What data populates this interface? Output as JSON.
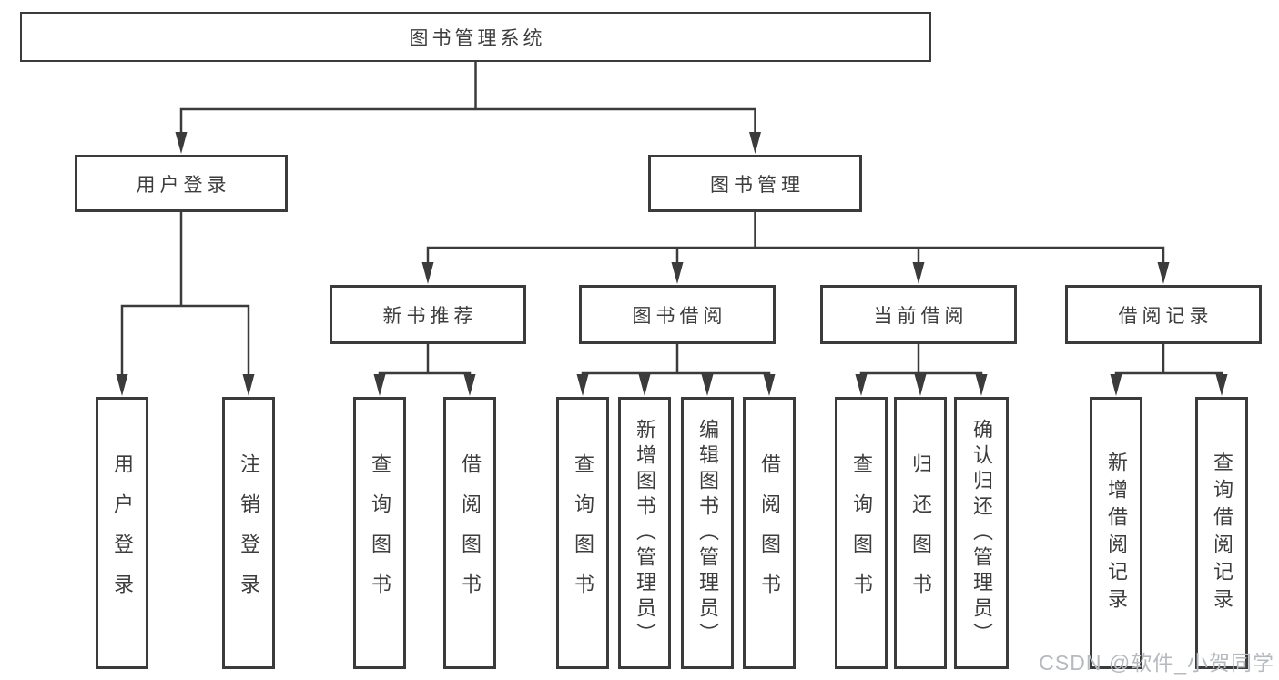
{
  "root": {
    "label": "图书管理系统"
  },
  "level2": {
    "user_login": {
      "label": "用户登录"
    },
    "book_mgmt": {
      "label": "图书管理"
    }
  },
  "level3": {
    "new_books": {
      "label": "新书推荐"
    },
    "borrowing": {
      "label": "图书借阅"
    },
    "current": {
      "label": "当前借阅"
    },
    "records": {
      "label": "借阅记录"
    }
  },
  "leaves": {
    "user_login": [
      "用户登录",
      "注销登录"
    ],
    "new_books": [
      "查询图书",
      "借阅图书"
    ],
    "borrowing": [
      "查询图书",
      "新增图书（管理员）",
      "编辑图书（管理员）",
      "借阅图书"
    ],
    "current": [
      "查询图书",
      "归还图书",
      "确认归还（管理员）"
    ],
    "records": [
      "新增借阅记录",
      "查询借阅记录"
    ]
  },
  "watermark": "CSDN @软件_小贺同学",
  "colors": {
    "line": "#3b3b3b",
    "text": "#3d3d3d",
    "box_bg": "#ffffff",
    "watermark": "#b6b9be"
  }
}
